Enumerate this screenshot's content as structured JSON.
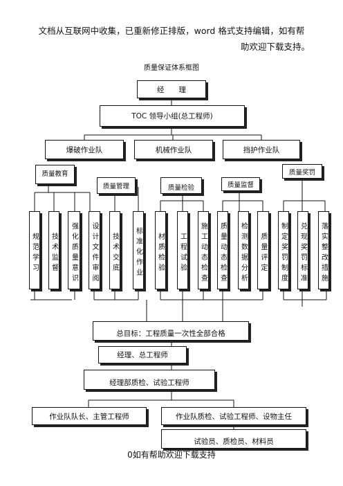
{
  "header": {
    "line1": "文档从互联网中收集，已重新修正排版，word 格式支持编辑，如有帮",
    "line2": "助欢迎下载支持。"
  },
  "title": "质量保证体系框图",
  "manager": "经　　理",
  "toc_group": "TOC 领导小组(总工程师)",
  "teams": [
    "爆破作业队",
    "机械作业队",
    "挡护作业队"
  ],
  "categories": {
    "education": "质量教育",
    "management": "质量管理",
    "inspection": "质量检验",
    "supervision": "质量监督",
    "reward": "质量奖罚"
  },
  "items": [
    "规范学习",
    "技术监督",
    "强化质量意识",
    "设计文件审阅",
    "技术交底",
    "标准化作业",
    "材质检验",
    "工程试验",
    "施工动态检查",
    "质量动态检查",
    "检测数据分析",
    "质量评定",
    "制定奖罚制度",
    "兑现奖罚标准",
    "落实整改措施"
  ],
  "goal": "总目标：工程质量一次性全部合格",
  "levels": {
    "l1": "经理、总工程师",
    "l2": "经理部质检、试验工程师",
    "left": "作业队队长、主管工程师",
    "right": "作业队质检、试验工程师、设物主任",
    "bottom": "试验员、质检员、材料员"
  },
  "footer": "0如有帮助欢迎下载支持"
}
